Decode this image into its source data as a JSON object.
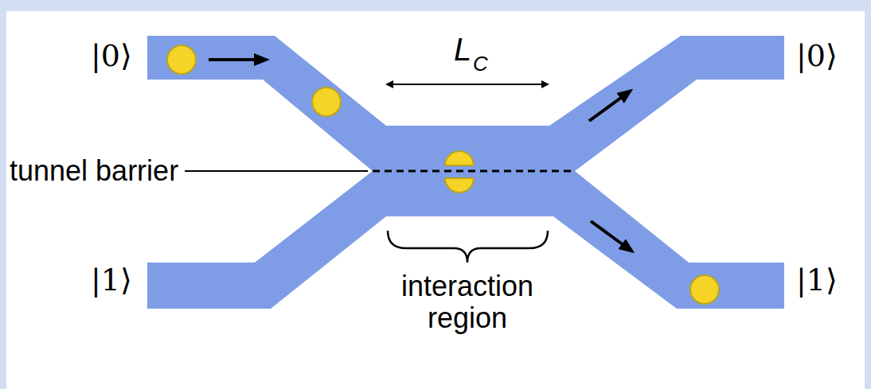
{
  "diagram": {
    "labels": [
      "|0⟩",
      "|1⟩",
      "|0⟩",
      "|1⟩",
      "L",
      "C",
      "tunnel barrier",
      "interaction region"
    ]
  }
}
